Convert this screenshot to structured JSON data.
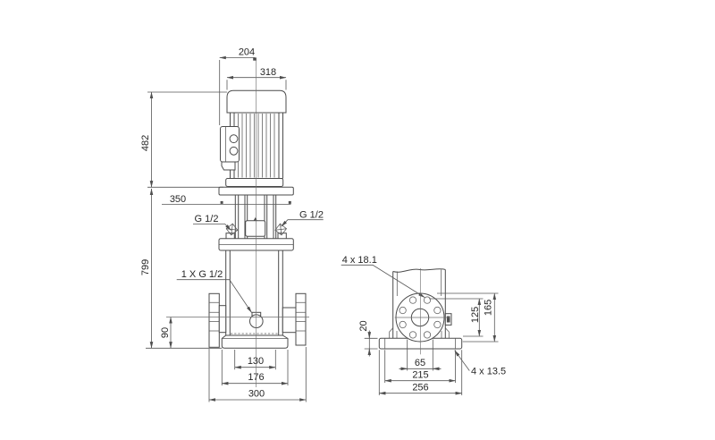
{
  "colors": {
    "line": "#4b4b4b",
    "dimension": "#575757",
    "text": "#262626",
    "background": "#ffffff"
  },
  "front_view": {
    "motor_top_width": "204",
    "motor_width": "318",
    "motor_assembly_height": "482",
    "pump_total_height": "799",
    "service_clearance": "350",
    "vent_plug_left": "G 1/2",
    "vent_plug_right": "G 1/2",
    "drain_plug": "1 X G 1/2",
    "port_centre_height": "90",
    "base_hole_spacing": "130",
    "base_width": "176",
    "flange_face_span": "300"
  },
  "side_view": {
    "flange_holes": "4 x 18.1",
    "base_plate_height": "20",
    "flange_bolt_circle": "125",
    "flange_outer_diameter": "165",
    "base_slot_spacing": "65",
    "base_hole_span": "215",
    "base_plate_width": "256",
    "base_holes": "4 x 13.5"
  }
}
